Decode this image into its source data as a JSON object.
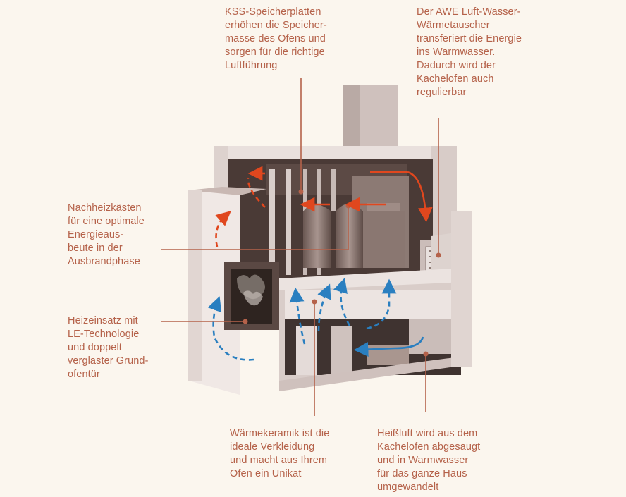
{
  "labels": {
    "kss": "KSS-Speicherplatten\nerhöhen die Speicher-\nmasse des Ofens und\nsorgen für die richtige\nLuftführung",
    "awe": "Der AWE Luft-Wasser-\nWärmetauscher\ntransferiert die Energie\nins Warmwasser.\nDadurch wird der\nKachelofen auch\nregulierbar",
    "nachheiz": "Nachheizkästen\nfür eine optimale\nEnergieaus-\nbeute in der\nAusbrandphase",
    "heizeinsatz": "Heizeinsatz mit\nLE-Technologie\nund doppelt\nverglaster Grund-\nofentür",
    "keramik": "Wärmekeramik ist die\nideale Verkleidung\nund macht aus Ihrem\nOfen ein Unikat",
    "heissluft": "Heißluft wird aus dem\nKachelofen abgesaugt\nund in Warmwasser\nfür das ganze Haus\numgewandelt"
  },
  "colors": {
    "background": "#fbf6ee",
    "text": "#b5624a",
    "leader_line": "#b5624a",
    "hot_air_arrow": "#e0471e",
    "cold_air_arrow": "#2a7fc0"
  }
}
